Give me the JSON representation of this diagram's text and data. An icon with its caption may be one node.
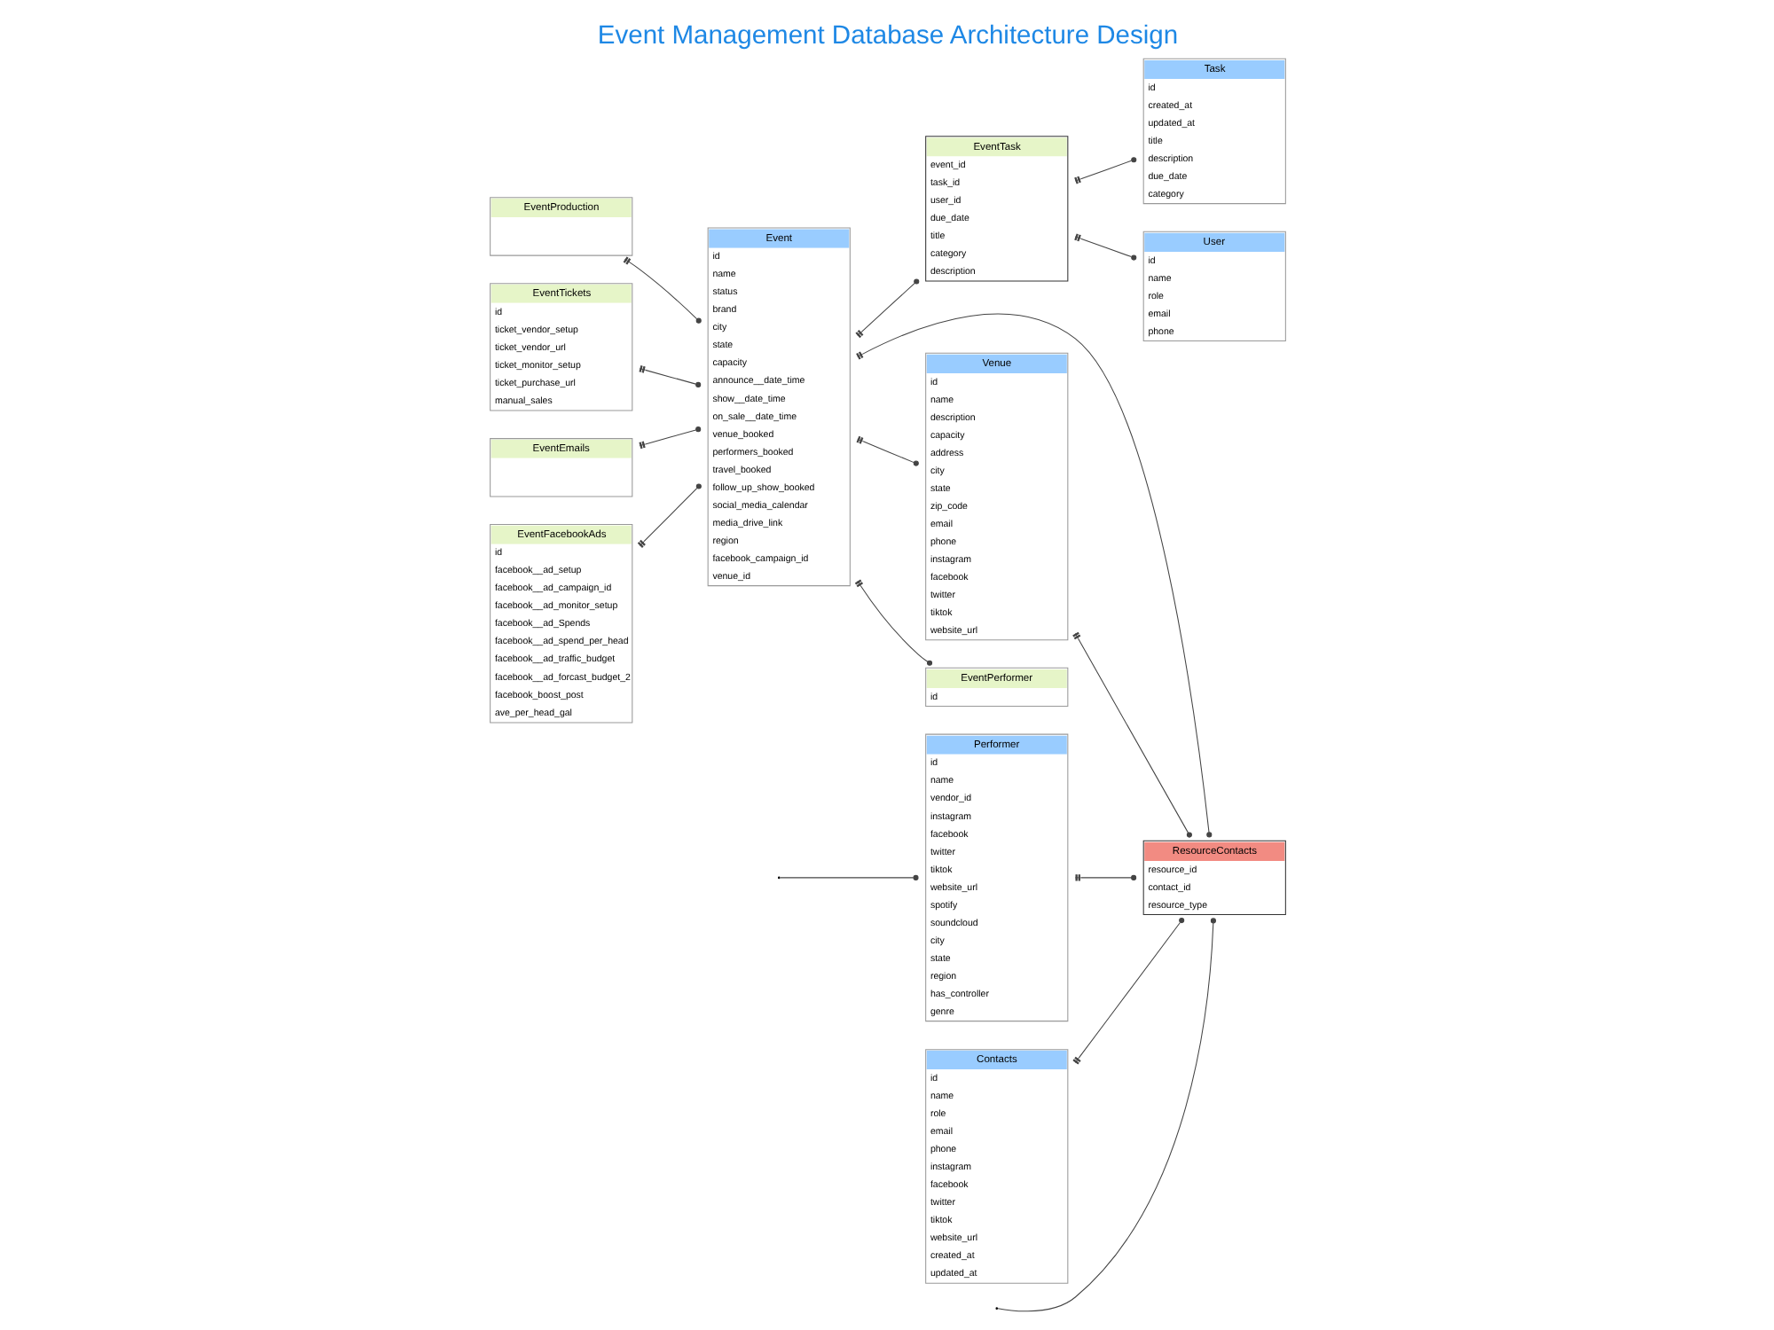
{
  "diagram": {
    "title": "Event Management Database Architecture Design",
    "nodes": [
      {
        "text": [
          "EventProduction"
        ]
      },
      {
        "text": [
          "EventTickets",
          "id",
          "ticket_vendor_setup",
          "ticket_vendor_url",
          "ticket_monitor_setup",
          "ticket_purchase_url",
          "manual_sales"
        ]
      },
      {
        "text": [
          "EventEmails"
        ]
      },
      {
        "text": [
          "EventFacebookAds",
          "id",
          "facebook__ad_setup",
          "facebook__ad_campaign_id",
          "facebook__ad_monitor_setup",
          "facebook__ad_Spends",
          "facebook__ad_spend_per_head",
          "facebook__ad_traffic_budget",
          "facebook__ad_forcast_budget_2",
          "facebook_boost_post",
          "ave_per_head_gal"
        ]
      },
      {
        "text": [
          "Event",
          "id",
          "name",
          "status",
          "brand",
          "city",
          "state",
          "capacity",
          "announce__date_time",
          "show__date_time",
          "on_sale__date_time",
          "venue_booked",
          "performers_booked",
          "travel_booked",
          "follow_up_show_booked",
          "social_media_calendar",
          "media_drive_link",
          "region",
          "facebook_campaign_id",
          "venue_id"
        ]
      },
      {
        "text": [
          "EventTask",
          "event_id",
          "task_id",
          "user_id",
          "due_date",
          "title",
          "category",
          "description"
        ]
      },
      {
        "text": [
          "Task",
          "id",
          "created_at",
          "updated_at",
          "title",
          "description",
          "due_date",
          "category"
        ]
      },
      {
        "text": [
          "User",
          "id",
          "name",
          "role",
          "email",
          "phone"
        ]
      },
      {
        "text": [
          "ResourceContacts",
          "resource_id",
          "contact_id",
          "resource_type"
        ]
      },
      {
        "text": [
          "Venue",
          "id",
          "name",
          "description",
          "capacity",
          "address",
          "city",
          "state",
          "zip_code",
          "email",
          "phone",
          "instagram",
          "facebook",
          "twitter",
          "tiktok",
          "website_url"
        ]
      },
      {
        "text": [
          "Performer",
          "id",
          "name",
          "vendor_id",
          "instagram",
          "facebook",
          "twitter",
          "tiktok",
          "website_url",
          "spotify",
          "soundcloud",
          "city",
          "state",
          "region",
          "has_controller",
          "genre"
        ]
      },
      {
        "text": [
          "Contacts",
          "id",
          "name",
          "role",
          "email",
          "phone",
          "instagram",
          "facebook",
          "twitter",
          "tiktok",
          "website_url",
          "created_at",
          "updated_at"
        ]
      },
      {
        "text": [
          "EventPerformer",
          "id"
        ]
      }
    ],
    "edges": [
      {
        "from": 0,
        "to": 4,
        "arrow": "other"
      },
      {
        "from": 1,
        "to": 4,
        "arrow": "other"
      },
      {
        "from": 2,
        "to": 4,
        "arrow": "other"
      },
      {
        "from": 3,
        "to": 4,
        "arrow": "other"
      },
      {
        "from": 4,
        "to": 5,
        "arrow": "other"
      },
      {
        "from": 5,
        "to": 6,
        "arrow": "other"
      },
      {
        "from": 5,
        "to": 7,
        "arrow": "other"
      },
      {
        "from": 4,
        "to": 8,
        "arrow": "other"
      },
      {
        "from": 4,
        "to": 9,
        "arrow": "other"
      },
      {
        "from": 9,
        "to": 8,
        "arrow": "other"
      },
      {
        "from": 10,
        "to": 8,
        "arrow": "other"
      },
      {
        "from": 11,
        "to": 8,
        "arrow": "other"
      },
      {
        "from": 4,
        "to": 12,
        "arrow": "other"
      },
      {
        "from": null,
        "to": 10,
        "arrow": "other"
      },
      {
        "from": null,
        "to": 8,
        "arrow": "other"
      }
    ]
  }
}
